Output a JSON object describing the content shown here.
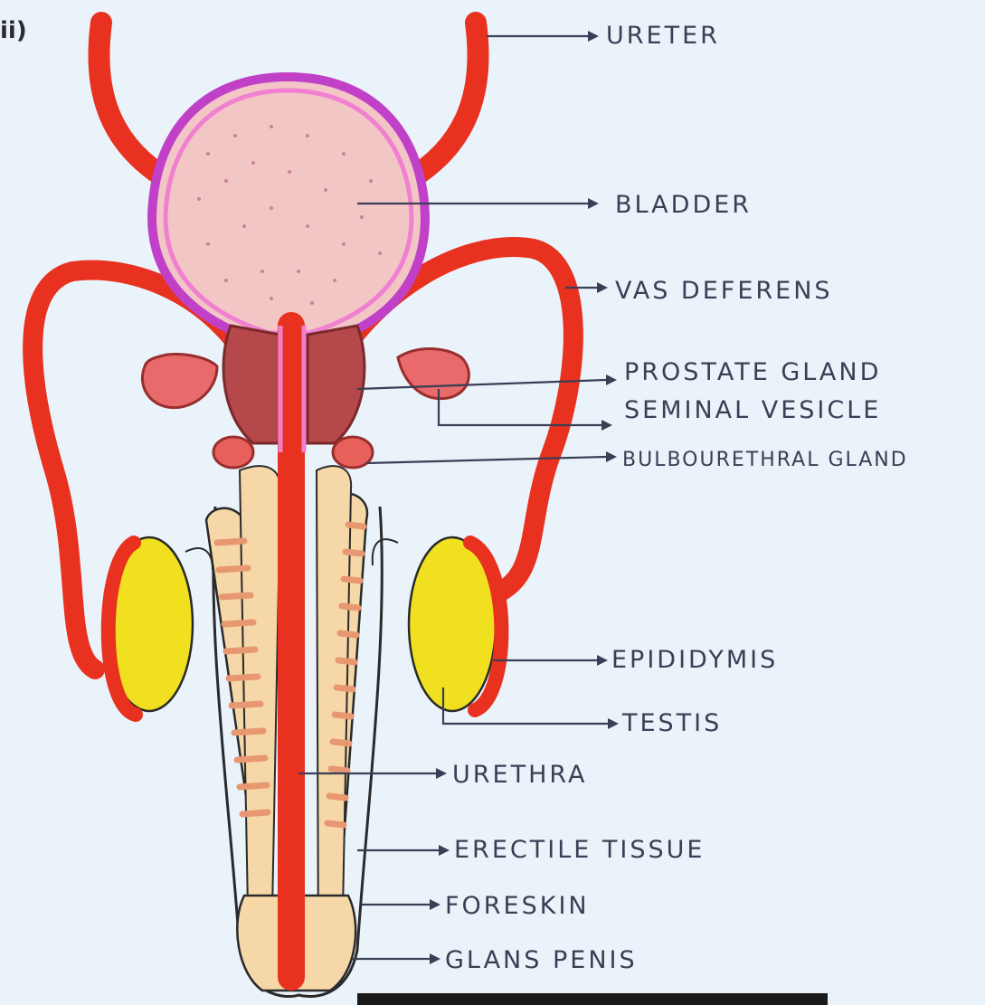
{
  "question_number": "ii)",
  "labels": {
    "ureter": "URETER",
    "bladder": "BLADDER",
    "vas_deferens": "VAS DEFERENS",
    "prostate_gland": "PROSTATE GLAND",
    "seminal_vesicle": "SEMINAL VESICLE",
    "bulbourethral_gland": "BULBOURETHRAL GLAND",
    "epididymis": "EPIDIDYMIS",
    "testis": "TESTIS",
    "urethra": "URETHRA",
    "erectile_tissue": "ERECTILE TISSUE",
    "foreskin": "FORESKIN",
    "glans_penis": "GLANS PENIS"
  },
  "colors": {
    "background": "#eaf3fa",
    "duct": "#e8311f",
    "duct_dark": "#c81e14",
    "bladder_fill": "#f3c6c6",
    "bladder_wall": "#c040c8",
    "bladder_wall_inner": "#f080d0",
    "prostate": "#b5484a",
    "vesicle": "#e86a6a",
    "testis": "#f0e020",
    "erectile": "#f6d7a8",
    "erectile_stripe": "#e89870",
    "outline": "#2a2a2a"
  }
}
